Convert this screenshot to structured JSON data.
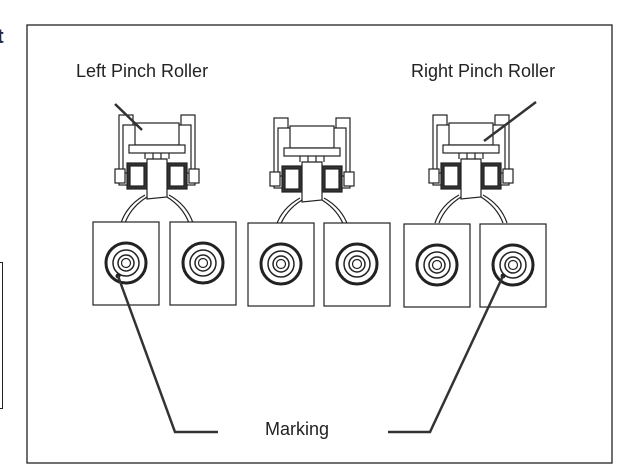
{
  "fragment_text": "t",
  "labels": {
    "left": "Left Pinch Roller",
    "right": "Right Pinch Roller",
    "marking": "Marking"
  },
  "assemblies": [
    "left",
    "center",
    "right"
  ]
}
